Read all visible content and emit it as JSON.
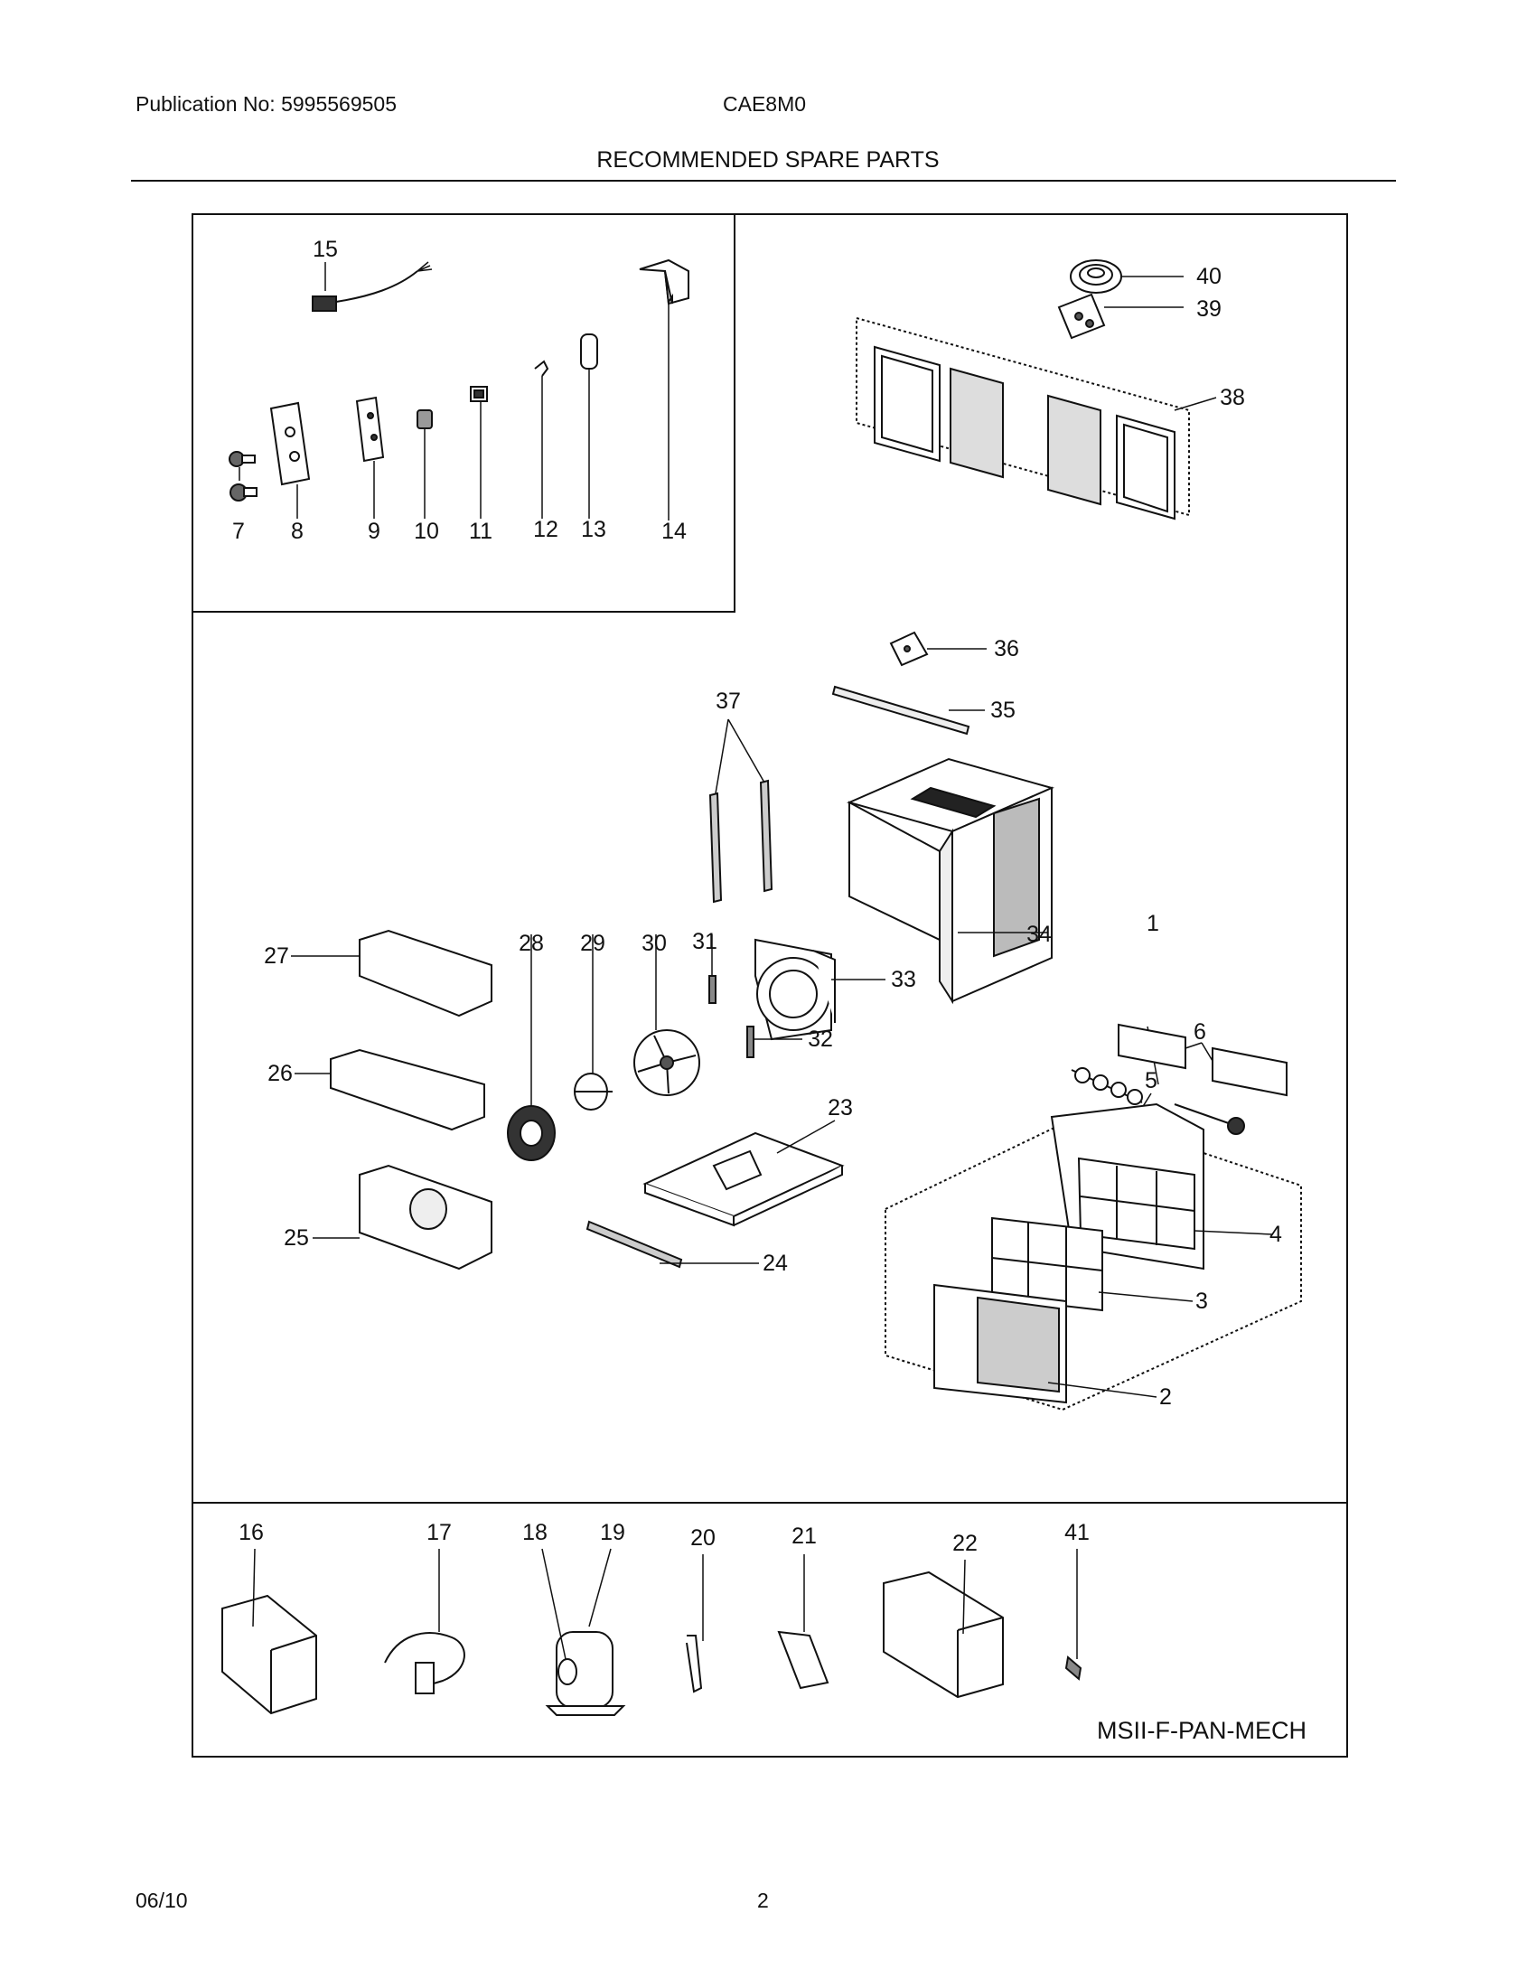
{
  "header": {
    "publication": "Publication No: 5995569505",
    "model": "CAE8M0",
    "title": "RECOMMENDED SPARE PARTS"
  },
  "diagram": {
    "code": "MSII-F-PAN-MECH",
    "callouts": [
      "1",
      "2",
      "3",
      "4",
      "5",
      "6",
      "7",
      "8",
      "9",
      "10",
      "11",
      "12",
      "13",
      "14",
      "15",
      "16",
      "17",
      "18",
      "19",
      "20",
      "21",
      "22",
      "23",
      "24",
      "25",
      "26",
      "27",
      "28",
      "29",
      "30",
      "31",
      "32",
      "33",
      "34",
      "35",
      "36",
      "37",
      "38",
      "39",
      "40",
      "41"
    ]
  },
  "footer": {
    "date": "06/10",
    "page": "2"
  }
}
